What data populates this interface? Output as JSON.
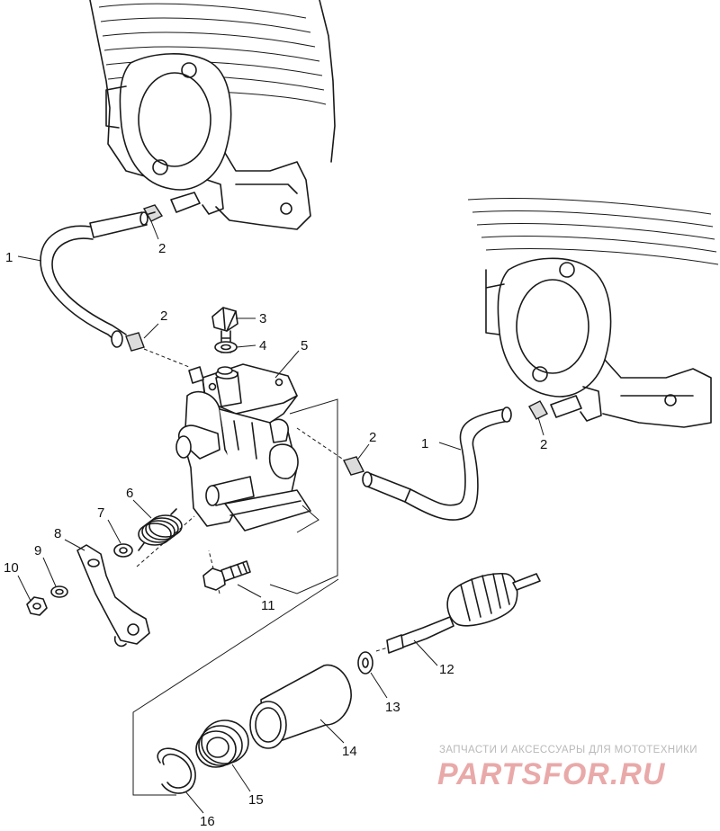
{
  "callouts": [
    "1",
    "2",
    "2",
    "3",
    "4",
    "5",
    "1",
    "2",
    "2",
    "6",
    "7",
    "8",
    "9",
    "10",
    "11",
    "12",
    "13",
    "14",
    "15",
    "16"
  ],
  "watermark": {
    "caption": "ЗАПЧАСТИ И АКСЕССУАРЫ ДЛЯ МОТОТЕХНИКИ",
    "logo_text": "PARTSFOR.RU"
  },
  "colors": {
    "line": "#1a1a1a",
    "background": "#ffffff",
    "watermark_logo": "#e9a9a9",
    "watermark_caption": "#b9b9b9"
  }
}
